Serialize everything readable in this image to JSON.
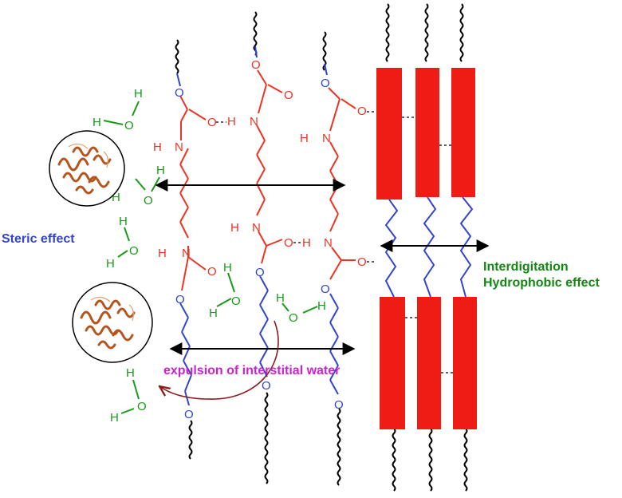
{
  "labels": {
    "steric": "Steric effect",
    "interdigitation": "Interdigitation",
    "hydrophobic": "Hydrophobic effect",
    "expulsion": "expulsion of interstitial water"
  },
  "atoms": {
    "O": "O",
    "N": "N",
    "H": "H"
  },
  "colors": {
    "carbamate": "#ee3322",
    "spacer": "#3344cc",
    "water": "#1a9a1a",
    "lipid": "#ee1c14",
    "steric_label": "#3344cc",
    "hydrophobic_label": "#118811",
    "expulsion_label": "#cc22cc",
    "curved_arrow": "#8b1a1a",
    "protein": "#b5541c"
  }
}
